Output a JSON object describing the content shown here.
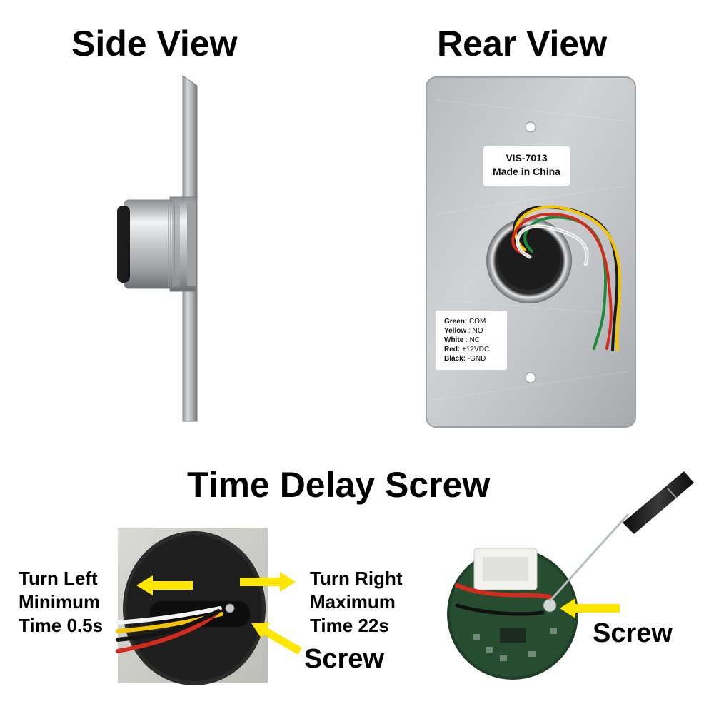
{
  "titles": {
    "side_view": "Side View",
    "rear_view": "Rear View",
    "time_delay": "Time Delay Screw"
  },
  "rear_plate": {
    "model_label": [
      "VIS-7013",
      "Made in China"
    ],
    "wiring": [
      {
        "color_name": "Green",
        "function": "COM"
      },
      {
        "color_name": "Yellow",
        "function": "NO"
      },
      {
        "color_name": "White",
        "function": "NC"
      },
      {
        "color_name": "Red",
        "function": "+12VDC"
      },
      {
        "color_name": "Black",
        "function": "-GND"
      }
    ]
  },
  "delay_adjustment": {
    "left_callout": [
      "Turn Left",
      "Minimum",
      "Time 0.5s"
    ],
    "right_callout": [
      "Turn Right",
      "Maximum",
      "Time 22s"
    ],
    "screw_label": "Screw",
    "pcb_screw_label": "Screw"
  },
  "colors": {
    "arrow": "#ffe600",
    "plate": "#c9cbcd",
    "wire_green": "#1f8a3b",
    "wire_yellow": "#f2c500",
    "wire_red": "#d52a1e",
    "wire_black": "#1a1a1a",
    "wire_white": "#f4f4f4"
  }
}
